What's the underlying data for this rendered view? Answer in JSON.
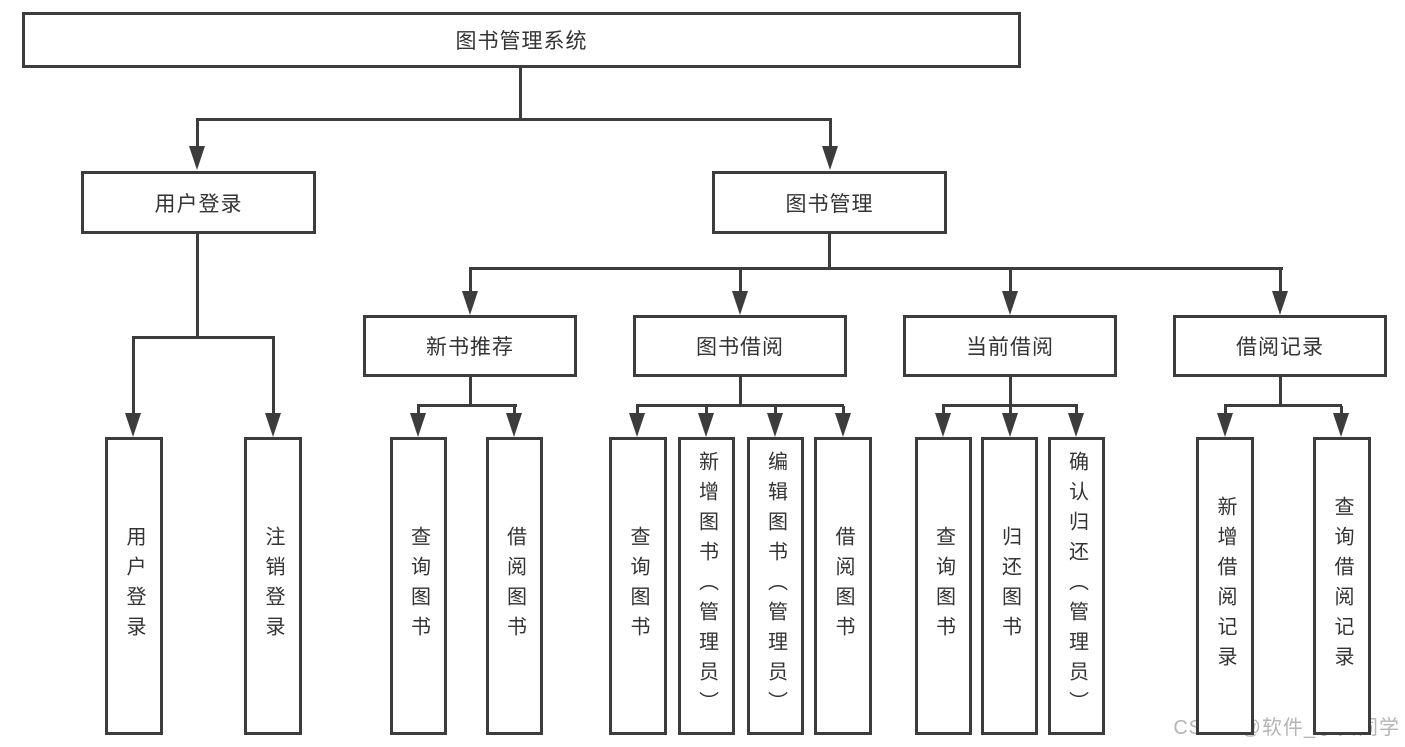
{
  "nodes": {
    "root": "图书管理系统",
    "user_login": {
      "label": "用户登录",
      "children": [
        "用户登录",
        "注销登录"
      ]
    },
    "book_mgmt": {
      "label": "图书管理",
      "sections": [
        {
          "label": "新书推荐",
          "children": [
            "查询图书",
            "借阅图书"
          ]
        },
        {
          "label": "图书借阅",
          "children": [
            "查询图书",
            "新增图书（管理员）",
            "编辑图书（管理员）",
            "借阅图书"
          ]
        },
        {
          "label": "当前借阅",
          "children": [
            "查询图书",
            "归还图书",
            "确认归还（管理员）"
          ]
        },
        {
          "label": "借阅记录",
          "children": [
            "新增借阅记录",
            "查询借阅记录"
          ]
        }
      ]
    }
  },
  "watermark": "CSDN @软件_小贺同学",
  "colors": {
    "line": "#3c3c3c",
    "text": "#333333",
    "watermark": "#b5b5b5",
    "background": "#ffffff"
  }
}
